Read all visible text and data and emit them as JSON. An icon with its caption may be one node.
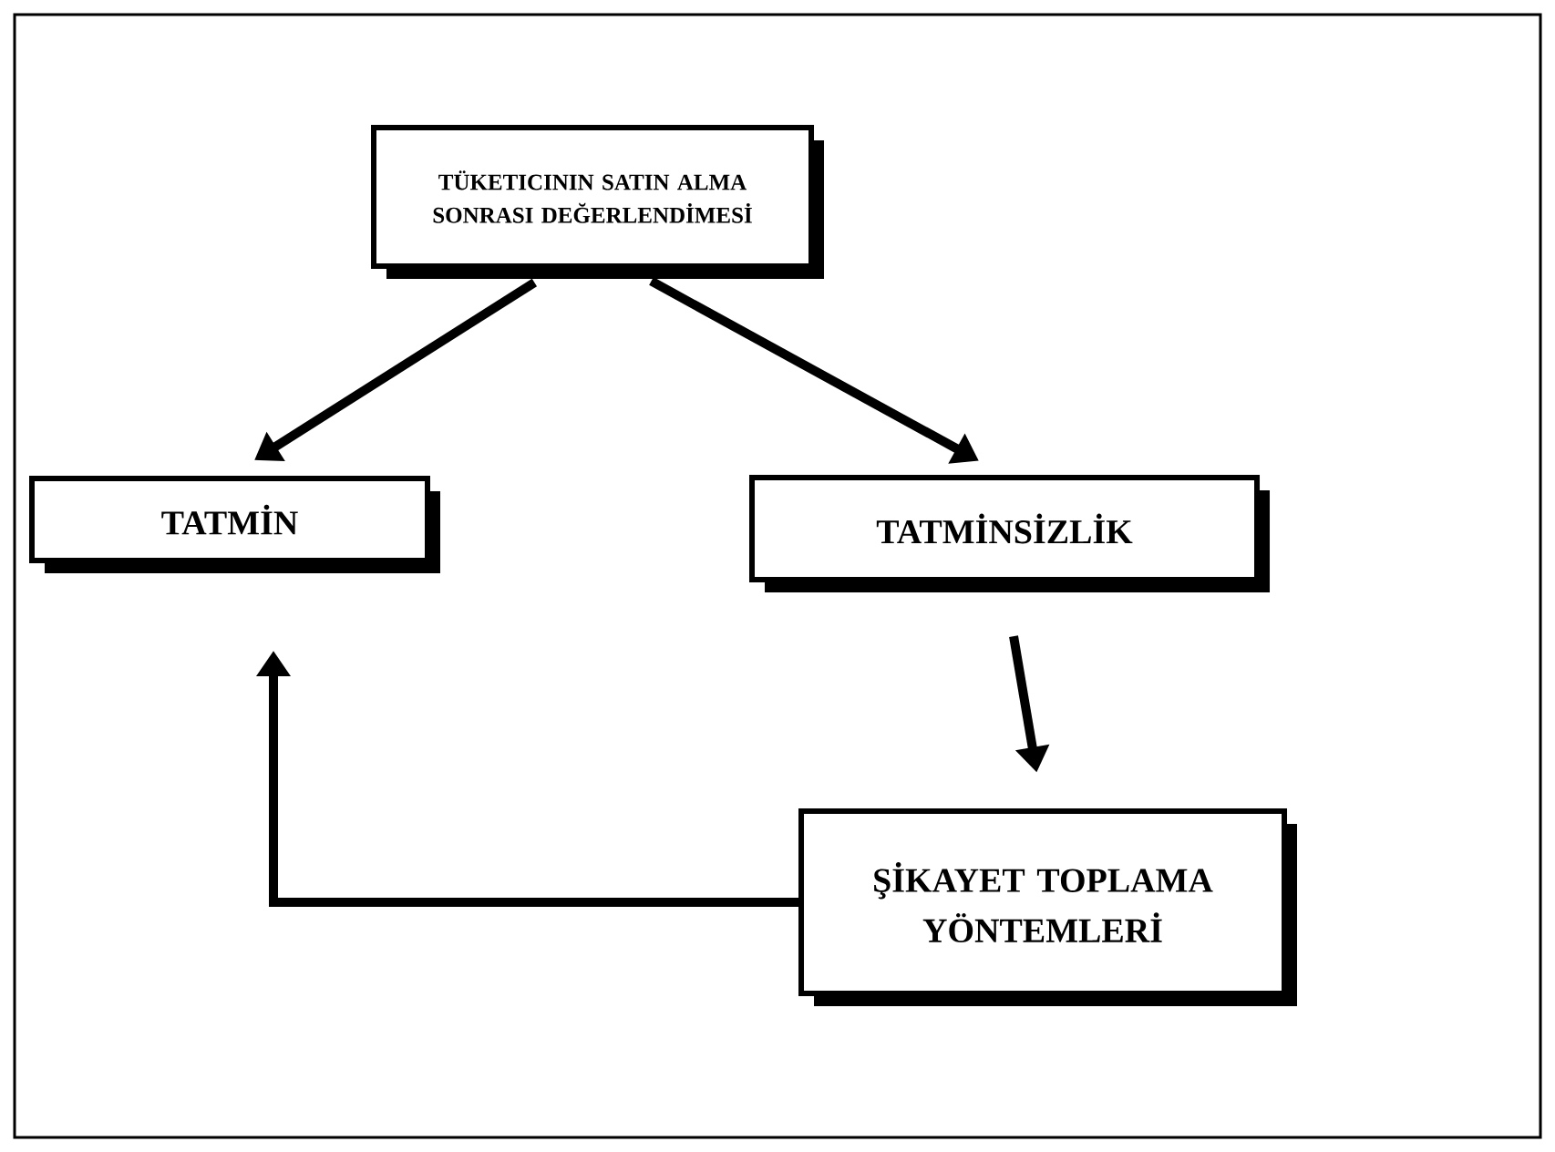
{
  "diagram": {
    "nodes": [
      {
        "text": [
          "TÜKETICININ SATIN ALMA SONRASI DEĞERLENDİMESİ"
        ]
      },
      {
        "text": [
          "TATMİN"
        ]
      },
      {
        "text": [
          "TATMİNSİZLİK"
        ]
      },
      {
        "text": [
          "ŞİKAYET TOPLAMA YÖNTEMLERİ"
        ]
      }
    ],
    "edges": [
      {
        "from": 0,
        "to": 1,
        "arrow": "to"
      },
      {
        "from": 0,
        "to": 2,
        "arrow": "to"
      },
      {
        "from": 2,
        "to": 3,
        "arrow": "to"
      },
      {
        "from": 3,
        "to": 1,
        "arrow": "to"
      }
    ]
  }
}
